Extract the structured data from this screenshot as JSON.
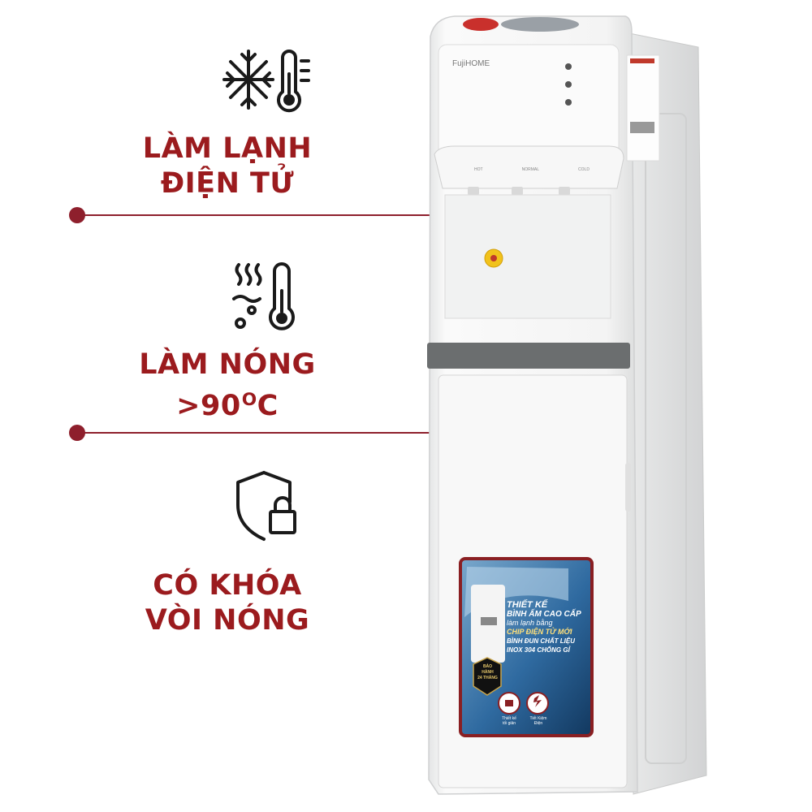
{
  "features": [
    {
      "line1": "LÀM LẠNH",
      "line2": "ĐIỆN TỬ",
      "icon": "snowflake-thermometer-icon"
    },
    {
      "line1": "LÀM NÓNG",
      "line2": ">90",
      "line2_sup": "O",
      "line2_tail": "C",
      "icon": "heat-thermometer-icon"
    },
    {
      "line1": "CÓ KHÓA",
      "line2": "VÒI NÓNG",
      "icon": "shield-lock-icon"
    }
  ],
  "product": {
    "brand": "FujiHOME",
    "tap_labels": [
      "HOT",
      "NORMAL",
      "COLD"
    ],
    "sticker": {
      "headline1": "THIẾT KẾ",
      "headline2": "BÌNH ẤM CAO CẤP",
      "line3": "làm lạnh bằng",
      "line4": "CHIP ĐIỆN TỬ MỚI",
      "line5": "BÌNH ĐUN CHẤT LIỆU",
      "line6": "INOX 304 CHỐNG GỈ",
      "warranty1": "BẢO",
      "warranty2": "HÀNH",
      "warranty3": "24 THÁNG",
      "badge_left1": "Thiết kế",
      "badge_left2": "tối giản",
      "badge_right1": "Tiết Kiệm",
      "badge_right2": "Điện"
    }
  },
  "colors": {
    "accent": "#9b1b1e",
    "line": "#8e1f2c",
    "grey_band": "#6b6e6f"
  }
}
